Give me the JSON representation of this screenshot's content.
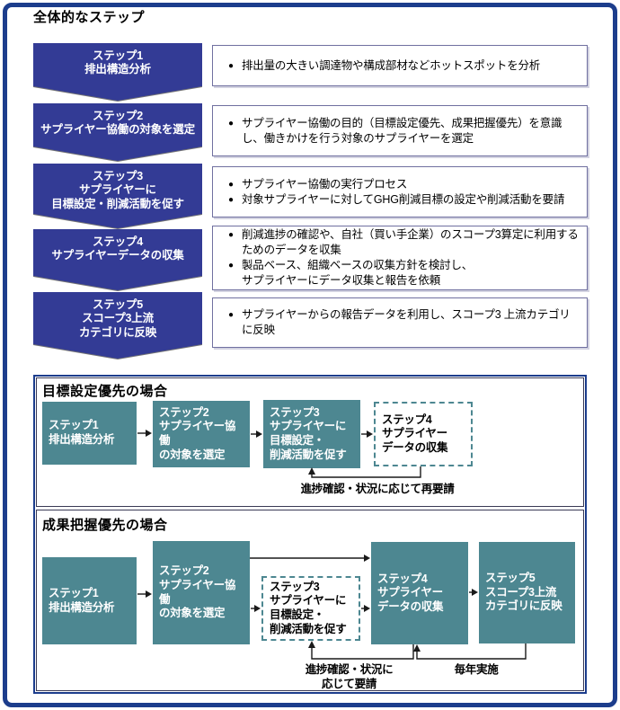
{
  "colors": {
    "navy_border": "#1c3d8c",
    "chevron_navy": "#333b95",
    "teal": "#4d8791",
    "desc_border": "#7070a0"
  },
  "glyphs": {
    "bullet": "●"
  },
  "overall": {
    "title": "全体的なステップ",
    "steps": [
      {
        "chevron": "ステップ1\n排出構造分析",
        "bullets": [
          "排出量の大きい調達物や構成部材などホットスポットを分析"
        ]
      },
      {
        "chevron": "ステップ2\nサプライヤー協働の対象を選定",
        "bullets": [
          "サプライヤー協働の目的（目標設定優先、成果把握優先）を意識し、働きかけを行う対象のサプライヤーを選定"
        ]
      },
      {
        "chevron": "ステップ3\nサプライヤーに\n目標設定・削減活動を促す",
        "bullets": [
          "サプライヤー協働の実行プロセス",
          "対象サプライヤーに対してGHG削減目標の設定や削減活動を要請"
        ]
      },
      {
        "chevron": "ステップ4\nサプライヤーデータの収集",
        "bullets": [
          "削減進捗の確認や、自社（買い手企業）のスコープ3算定に利用するためのデータを収集",
          "製品ベース、組織ベースの収集方針を検討し、\nサプライヤーにデータ収集と報告を依頼"
        ]
      },
      {
        "chevron": "ステップ5\nスコープ3上流\nカテゴリに反映",
        "bullets": [
          "サプライヤーからの報告データを利用し、スコープ3 上流カテゴリに反映"
        ]
      }
    ]
  },
  "flow_sections": [
    {
      "title": "目標設定優先の場合",
      "boxes": [
        {
          "label": "ステップ1\n排出構造分析",
          "style": "solid"
        },
        {
          "label": "ステップ2\nサプライヤー協働\nの対象を選定",
          "style": "solid"
        },
        {
          "label": "ステップ3\nサプライヤーに\n目標設定・\n削減活動を促す",
          "style": "solid"
        },
        {
          "label": "ステップ4\nサプライヤー\nデータの収集",
          "style": "dashed"
        }
      ],
      "feedback_label": "進捗確認・状況に応じて再要請"
    },
    {
      "title": "成果把握優先の場合",
      "boxes": [
        {
          "label": "ステップ1\n排出構造分析",
          "style": "solid"
        },
        {
          "label": "ステップ2\nサプライヤー協働\nの対象を選定",
          "style": "solid"
        },
        {
          "label": "ステップ3\nサプライヤーに\n目標設定・\n削減活動を促す",
          "style": "dashed"
        },
        {
          "label": "ステップ4\nサプライヤー\nデータの収集",
          "style": "solid"
        },
        {
          "label": "ステップ5\nスコープ3上流\nカテゴリに反映",
          "style": "solid"
        }
      ],
      "feedback_label_rerequest": "進捗確認・状況に\n応じて要請",
      "feedback_label_annual": "毎年実施"
    }
  ]
}
